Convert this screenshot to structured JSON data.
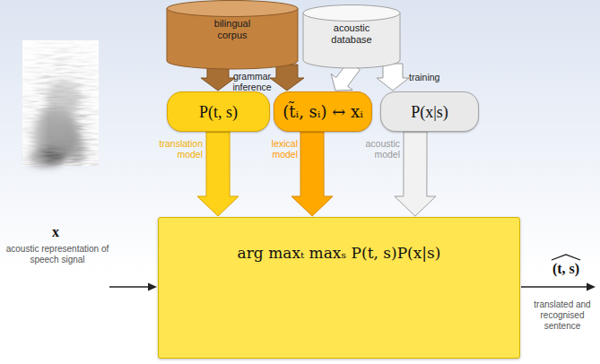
{
  "diagram": {
    "nodes": [
      {
        "text": [
          "bilingual corpus"
        ]
      },
      {
        "text": [
          "acoustic database"
        ]
      },
      {
        "text": [
          "P(t, s)"
        ]
      },
      {
        "text": [
          "(t̃ᵢ, sᵢ) ↔ xᵢ"
        ]
      },
      {
        "text": [
          "P(x|s)"
        ]
      },
      {
        "text": [
          "arg maxₜ maxₛ P(t, s)P(x|s)"
        ]
      }
    ],
    "edges": [
      {
        "from": 0,
        "to": 2,
        "arrow": "to"
      },
      {
        "from": 0,
        "to": 3,
        "arrow": "to"
      },
      {
        "from": 1,
        "to": 3,
        "arrow": "to"
      },
      {
        "from": 1,
        "to": 4,
        "arrow": "to"
      },
      {
        "from": 2,
        "to": 5,
        "arrow": "to"
      },
      {
        "from": 3,
        "to": 5,
        "arrow": "to"
      },
      {
        "from": 4,
        "to": 5,
        "arrow": "to"
      }
    ],
    "labels": [
      "grammar inference",
      "training",
      "translation model",
      "lexical model",
      "acoustic model",
      "x",
      "acoustic representation of speech signal",
      "(t, s)",
      "translated and recognised sentence"
    ]
  }
}
